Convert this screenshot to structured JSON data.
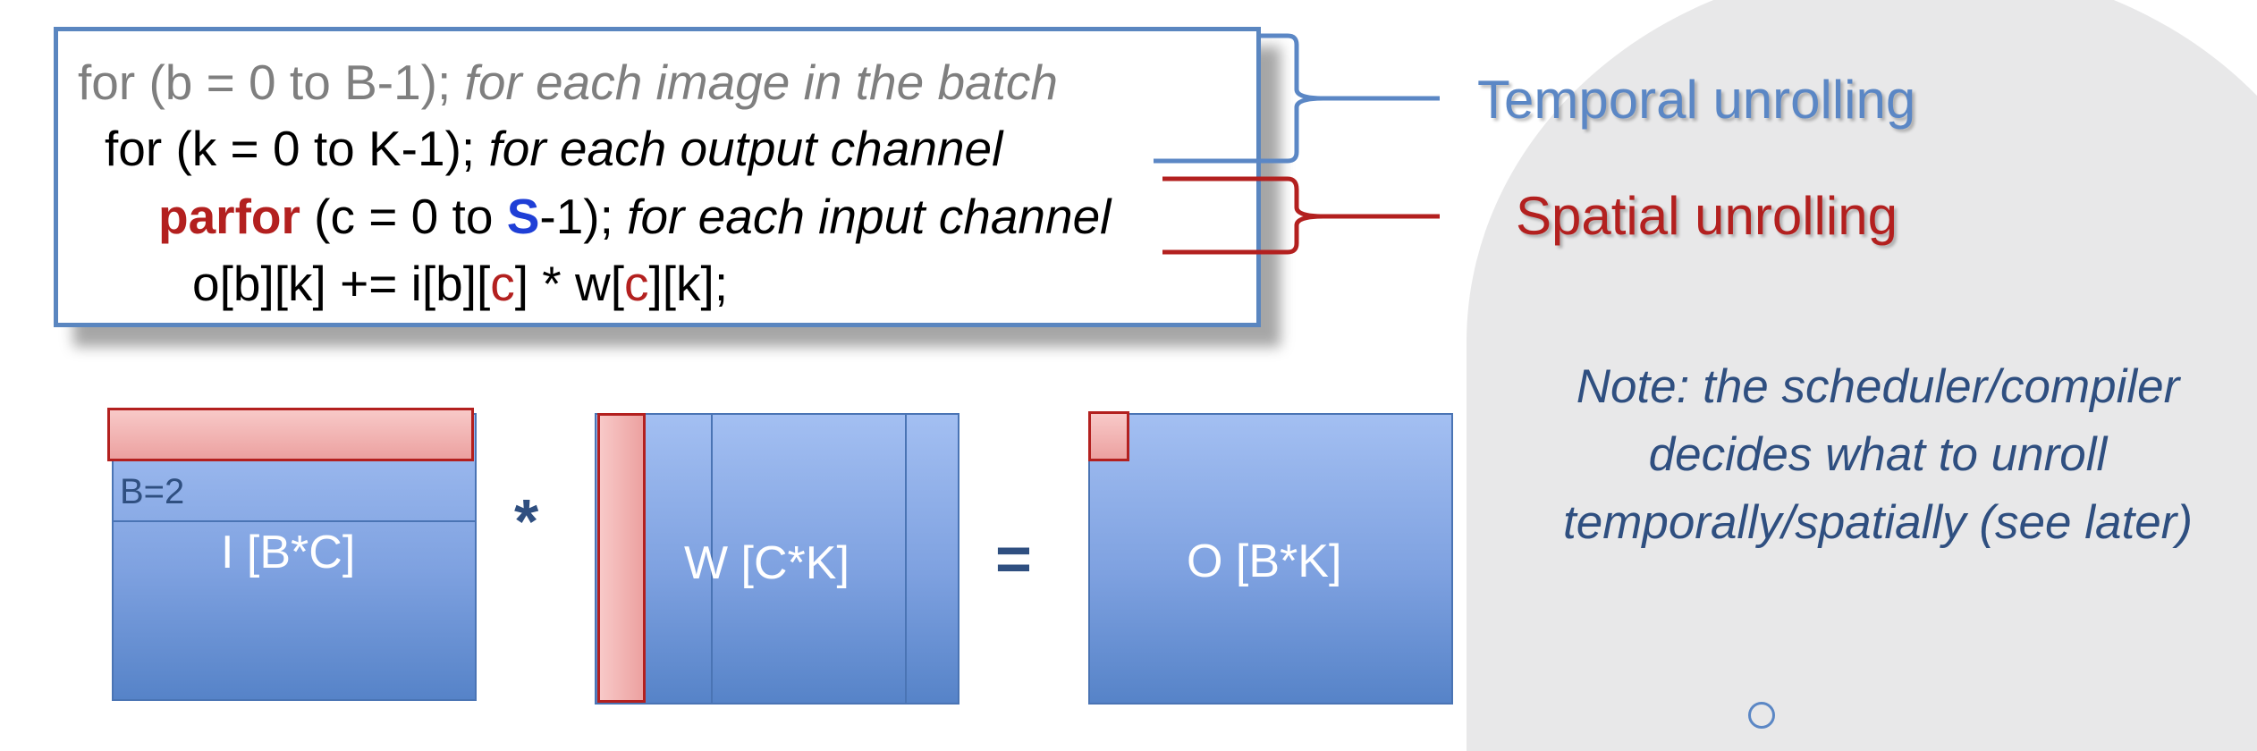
{
  "code": {
    "line1": {
      "text": "for (b = 0 to B-1); ",
      "comment": "for each image in the batch"
    },
    "line2": {
      "text": "for (k = 0 to K-1); ",
      "comment": "for each output channel"
    },
    "line3": {
      "keyword": "parfor",
      "text_a": " (c = 0 to ",
      "highlight": "S",
      "text_b": "-1); ",
      "comment": "for each input channel"
    },
    "line4": {
      "text_a": "o[b][k] += i[b][",
      "c1": "c",
      "text_b": "]  * w[",
      "c2": "c",
      "text_c": "][k];"
    }
  },
  "labels": {
    "temporal": "Temporal unrolling",
    "spatial": "Spatial unrolling"
  },
  "note": {
    "line1": "Note: the scheduler/compiler",
    "line2": "decides what to unroll",
    "line3": "temporally/spatially (see later)"
  },
  "matrices": {
    "input": {
      "label": "I [B*C]",
      "batch_label": "B=2"
    },
    "weight": {
      "label": "W [C*K]"
    },
    "output": {
      "label": "O [B*K]"
    }
  },
  "operators": {
    "multiply": "*",
    "equals": "="
  },
  "colors": {
    "temporal_blue": "#5b87c5",
    "spatial_red": "#b3201f",
    "matrix_blue": "#7ea1e0",
    "highlight_pink": "#eca1a0",
    "note_text": "#2f4f80"
  }
}
